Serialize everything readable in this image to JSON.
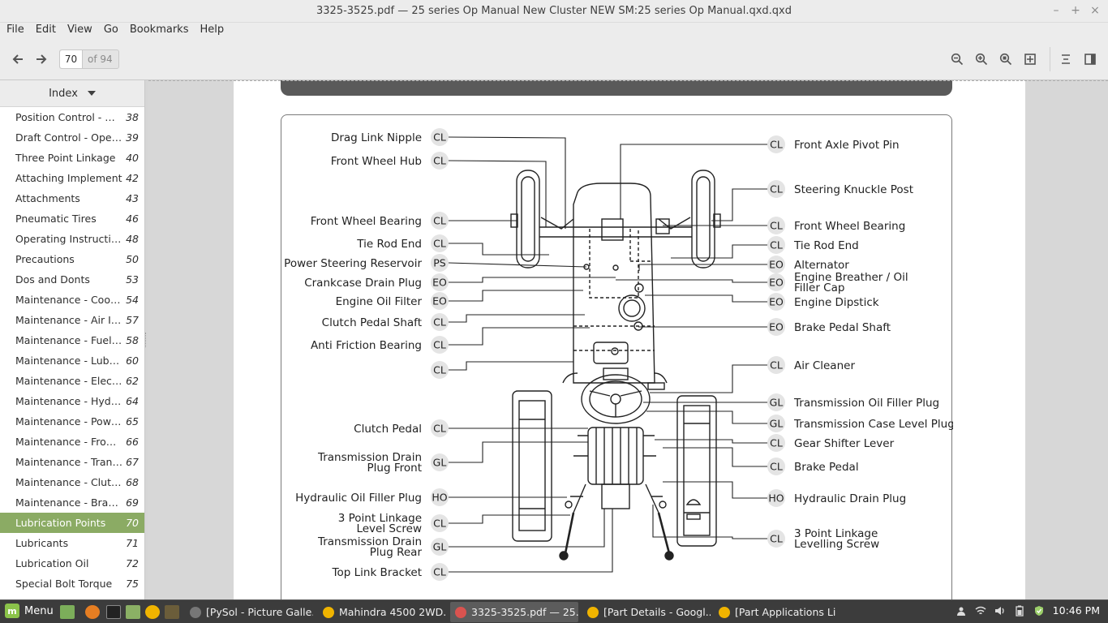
{
  "window": {
    "title": "3325-3525.pdf — 25 series Op Manual New Cluster NEW SM:25 series Op Manual.qxd.qxd",
    "minimize": "–",
    "maximize": "+",
    "close": "×"
  },
  "menu": [
    "File",
    "Edit",
    "View",
    "Go",
    "Bookmarks",
    "Help"
  ],
  "toolbar": {
    "page_value": "70",
    "page_of": "of 94"
  },
  "sidebar": {
    "header": "Index",
    "items": [
      {
        "label": "Position Control - Ope...",
        "page": "38"
      },
      {
        "label": "Draft Control - Opera...",
        "page": "39"
      },
      {
        "label": "Three Point Linkage",
        "page": "40"
      },
      {
        "label": "Attaching Implement",
        "page": "42"
      },
      {
        "label": "Attachments",
        "page": "43"
      },
      {
        "label": "Pneumatic Tires",
        "page": "46"
      },
      {
        "label": "Operating Instructions",
        "page": "48"
      },
      {
        "label": "Precautions",
        "page": "50"
      },
      {
        "label": "Dos and Donts",
        "page": "53"
      },
      {
        "label": "Maintenance - Coolin...",
        "page": "54"
      },
      {
        "label": "Maintenance - Air Int...",
        "page": "57"
      },
      {
        "label": "Maintenance - Fuel S...",
        "page": "58"
      },
      {
        "label": "Maintenance - Lubric...",
        "page": "60"
      },
      {
        "label": "Maintenance - Electri...",
        "page": "62"
      },
      {
        "label": "Maintenance - Hydra...",
        "page": "64"
      },
      {
        "label": "Maintenance - Power ...",
        "page": "65"
      },
      {
        "label": "Maintenance - Front ...",
        "page": "66"
      },
      {
        "label": "Maintenance - Trans...",
        "page": "67"
      },
      {
        "label": "Maintenance - Clutch ...",
        "page": "68"
      },
      {
        "label": "Maintenance - Brake ...",
        "page": "69"
      },
      {
        "label": "Lubrication Points",
        "page": "70",
        "active": true
      },
      {
        "label": "Lubricants",
        "page": "71"
      },
      {
        "label": "Lubrication Oil",
        "page": "72"
      },
      {
        "label": "Special Bolt Torque",
        "page": "75"
      }
    ]
  },
  "diagram": {
    "left": [
      {
        "label": [
          "Drag Link Nipple"
        ],
        "code": "CL"
      },
      {
        "label": [
          "Front Wheel Hub"
        ],
        "code": "CL"
      },
      {
        "label": [
          "Front Wheel Bearing"
        ],
        "code": "CL"
      },
      {
        "label": [
          "Tie Rod End"
        ],
        "code": "CL"
      },
      {
        "label": [
          "Power Steering Reservoir"
        ],
        "code": "PS"
      },
      {
        "label": [
          "Crankcase Drain Plug"
        ],
        "code": "EO"
      },
      {
        "label": [
          "Engine Oil Filter"
        ],
        "code": "EO"
      },
      {
        "label": [
          "Clutch Pedal Shaft"
        ],
        "code": "CL"
      },
      {
        "label": [
          "Anti Friction Bearing"
        ],
        "code": "CL"
      },
      {
        "label": [],
        "code": "CL"
      },
      {
        "label": [
          "Clutch Pedal"
        ],
        "code": "CL"
      },
      {
        "label": [
          "Transmission Drain",
          "Plug Front"
        ],
        "code": "GL"
      },
      {
        "label": [
          "Hydraulic Oil Filler Plug"
        ],
        "code": "HO"
      },
      {
        "label": [
          "3 Point Linkage",
          "Level Screw"
        ],
        "code": "CL"
      },
      {
        "label": [
          "Transmission Drain",
          "Plug Rear"
        ],
        "code": "GL"
      },
      {
        "label": [
          "Top Link Bracket"
        ],
        "code": "CL"
      }
    ],
    "right": [
      {
        "label": [
          "Front Axle Pivot Pin"
        ],
        "code": "CL"
      },
      {
        "label": [
          "Steering Knuckle Post"
        ],
        "code": "CL"
      },
      {
        "label": [
          "Front Wheel Bearing"
        ],
        "code": "CL"
      },
      {
        "label": [
          "Tie Rod End"
        ],
        "code": "CL"
      },
      {
        "label": [
          "Alternator"
        ],
        "code": "EO"
      },
      {
        "label": [
          "Engine Breather / Oil",
          "Filler Cap"
        ],
        "code": "EO"
      },
      {
        "label": [
          "Engine Dipstick"
        ],
        "code": "EO"
      },
      {
        "label": [
          "Brake Pedal Shaft"
        ],
        "code": "EO"
      },
      {
        "label": [
          "Air Cleaner"
        ],
        "code": "CL"
      },
      {
        "label": [
          "Transmission Oil Filler Plug"
        ],
        "code": "GL"
      },
      {
        "label": [
          "Transmission Case Level Plug"
        ],
        "code": "GL"
      },
      {
        "label": [
          "Gear Shifter Lever"
        ],
        "code": "CL"
      },
      {
        "label": [
          "Brake Pedal"
        ],
        "code": "CL"
      },
      {
        "label": [
          "Hydraulic Drain Plug"
        ],
        "code": "HO"
      },
      {
        "label": [
          "3 Point Linkage",
          "Levelling Screw"
        ],
        "code": "CL"
      }
    ]
  },
  "taskbar": {
    "menu": "Menu",
    "tasks": [
      {
        "label": "[PySol - Picture Galle..."
      },
      {
        "label": "Mahindra 4500 2WD..."
      },
      {
        "label": "3325-3525.pdf — 25...",
        "active": true
      },
      {
        "label": "[Part Details - Googl..."
      },
      {
        "label": "[Part Applications Li..."
      }
    ],
    "clock": "10:46 PM"
  }
}
